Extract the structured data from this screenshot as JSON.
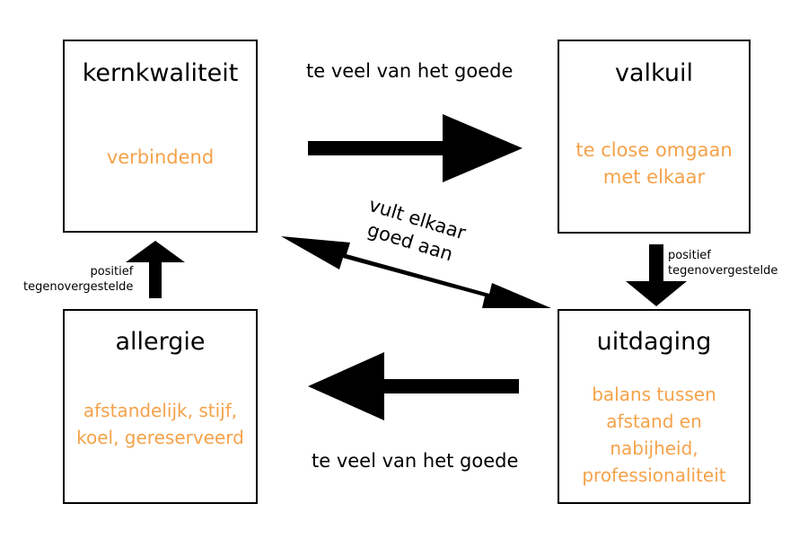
{
  "accent_color": "#F5A24A",
  "line_color": "#000000",
  "boxes": {
    "kernkwaliteit": {
      "title": "kernkwaliteit",
      "value": "verbindend"
    },
    "valkuil": {
      "title": "valkuil",
      "value": "te close omgaan\nmet elkaar"
    },
    "uitdaging": {
      "title": "uitdaging",
      "value": "balans tussen\nafstand en\nnabijheid,\nprofessionaliteit"
    },
    "allergie": {
      "title": "allergie",
      "value": "afstandelijk, stijf,\nkoel, gereserveerd"
    }
  },
  "labels": {
    "top": "te veel van het goede",
    "bottom": "te veel van het goede",
    "diagonal": "vult elkaar\ngoed aan",
    "right_side": "positief\ntegenovergestelde",
    "left_side": "positief\ntegenovergestelde"
  },
  "arrow_icons": [
    "arrow-right-icon",
    "arrow-down-icon",
    "arrow-left-icon",
    "arrow-up-icon",
    "double-arrow-diagonal-icon"
  ]
}
